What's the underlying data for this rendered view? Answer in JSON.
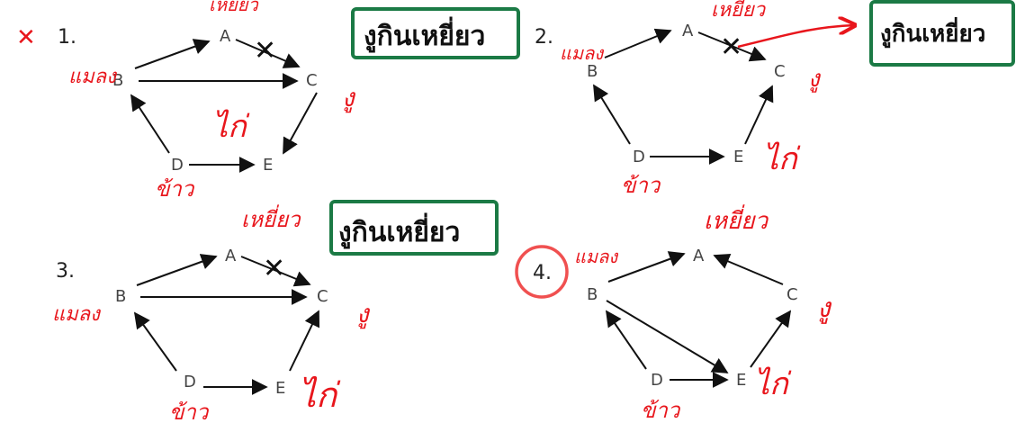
{
  "colors": {
    "ink": "#111111",
    "annotation": "#e8161c",
    "box": "#1b7a45",
    "circle": "#f05050"
  },
  "labels": {
    "x_mark": "✕",
    "cross": "✕"
  },
  "diagrams": [
    {
      "number": "1.",
      "nodes": {
        "A": "A",
        "B": "B",
        "C": "C",
        "D": "D",
        "E": "E"
      },
      "notes": {
        "top": "เหยี่ยว",
        "left": "แมลง",
        "right": "งู",
        "mid": "ไก่",
        "bottom": "ข้าว"
      },
      "box_text": "งูกินเหยี่ยว"
    },
    {
      "number": "2.",
      "nodes": {
        "A": "A",
        "B": "B",
        "C": "C",
        "D": "D",
        "E": "E"
      },
      "notes": {
        "top": "เหยี่ยว",
        "left": "แมลง",
        "right": "งู",
        "mid": "ไก่",
        "bottom": "ข้าว"
      },
      "box_text": "งูกินเหยี่ยว"
    },
    {
      "number": "3.",
      "nodes": {
        "A": "A",
        "B": "B",
        "C": "C",
        "D": "D",
        "E": "E"
      },
      "notes": {
        "top": "เหยี่ยว",
        "left": "แมลง",
        "right": "งู",
        "mid": "ไก่",
        "bottom": "ข้าว"
      },
      "box_text": "งูกินเหยี่ยว"
    },
    {
      "number": "4.",
      "nodes": {
        "A": "A",
        "B": "B",
        "C": "C",
        "D": "D",
        "E": "E"
      },
      "notes": {
        "top": "เหยี่ยว",
        "left": "แมลง",
        "right": "งู",
        "mid": "ไก่",
        "bottom": "ข้าว"
      }
    }
  ]
}
